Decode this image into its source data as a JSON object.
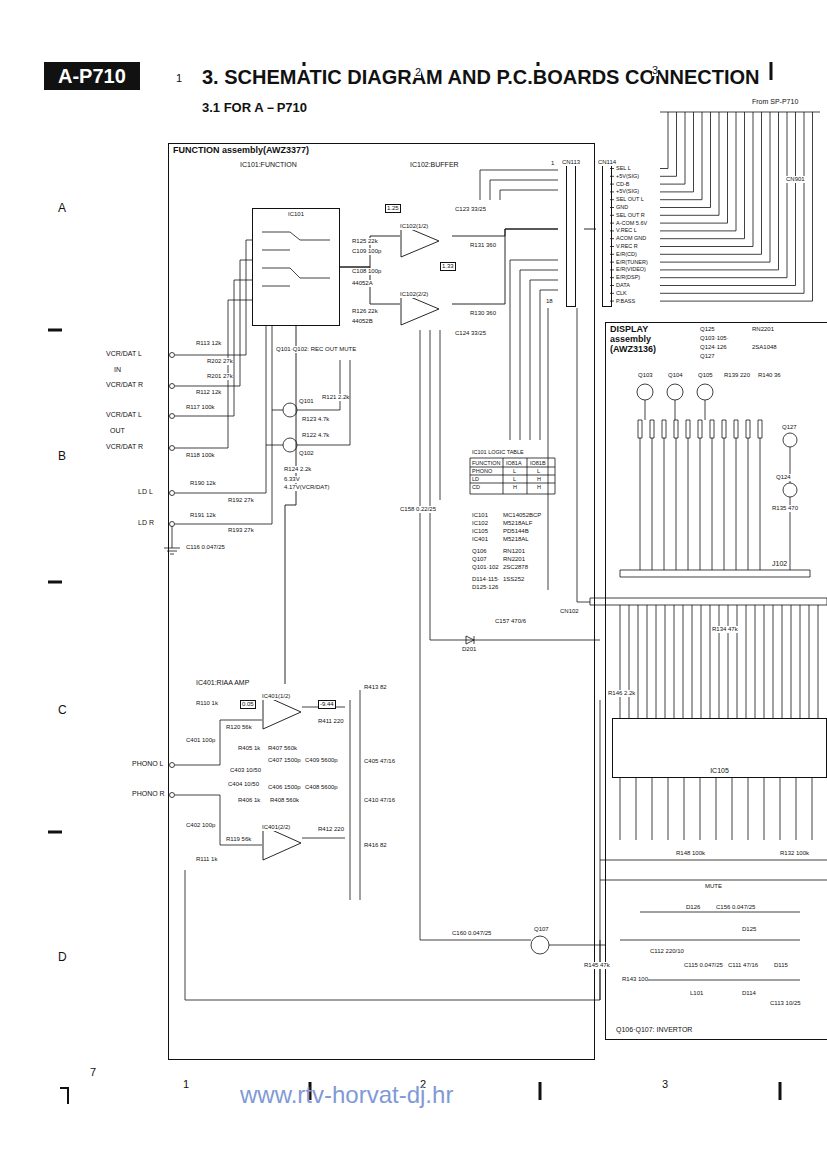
{
  "diagram": {
    "title": "3. SCHEMATIC DIAGRAM AND P.C.BOARDS CONNECTION",
    "nodes": [
      {
        "text": [
          "FUNCTION assembly(AWZ3377)"
        ]
      },
      {
        "text": [
          "IC101"
        ],
        "in": 0
      },
      {
        "text": [
          "IC102(1/2)"
        ],
        "in": 0
      },
      {
        "text": [
          "IC102(2/2)"
        ],
        "in": 0
      },
      {
        "text": [
          "IC401(1/2)"
        ],
        "in": 0
      },
      {
        "text": [
          "IC401(2/2)"
        ],
        "in": 0
      },
      {
        "text": [
          "CN113"
        ],
        "in": 0
      },
      {
        "text": [
          "DISPLAY assembly (AWZ3136)"
        ]
      },
      {
        "text": [
          "CN114"
        ]
      },
      {
        "text": [
          "IC105"
        ],
        "in": 7
      }
    ],
    "edges": [
      {
        "from": 1,
        "to": 2,
        "arrow": "none"
      },
      {
        "from": 1,
        "to": 3,
        "arrow": "none"
      },
      {
        "from": 2,
        "to": 6,
        "arrow": "none"
      },
      {
        "from": 3,
        "to": 6,
        "arrow": "none"
      },
      {
        "from": 6,
        "to": 8,
        "arrow": "none"
      },
      {
        "from": 4,
        "to": 1,
        "arrow": "none"
      }
    ],
    "labels": [
      "A-P710",
      "3.1 FOR A－P710",
      "1",
      "2",
      "3",
      "A",
      "B",
      "C",
      "D",
      "7",
      "1",
      "2",
      "3",
      "www.rtv-horvat-dj.hr",
      "From SP-P710",
      "IC101:FUNCTION",
      "IC102:BUFFER",
      "VCR/DAT L",
      "IN",
      "VCR/DAT R",
      "VCR/DAT L",
      "OUT",
      "VCR/DAT R",
      "LD L",
      "LD R",
      "PHONO L",
      "PHONO R",
      "R113 12k",
      "R202 27k",
      "R201 27k",
      "R112 12k",
      "R117 100k",
      "R118 100k",
      "R190 12k",
      "R192 27k",
      "R191 12k",
      "R193 27k",
      "C116 0.047/25",
      "Q101·Q102: REC OUT MUTE",
      "R121 2.2k",
      "R123 4.7k",
      "R122 4.7k",
      "Q101",
      "Q102",
      "R124 2.2k",
      "6.33V",
      "4.17V(VCR/DAT)",
      "R125 22k",
      "C109 100p",
      "C108 100p",
      "44052A",
      "R126 22k",
      "44052B",
      "1.25",
      "1.33",
      "C123 33/25",
      "C124 33/25",
      "R131 360",
      "R130 360",
      "IC101 LOGIC TABLE",
      "FUNCTION",
      "IO81A",
      "IO81B",
      "PHONO",
      "L",
      "L",
      "LD",
      "L",
      "H",
      "CD",
      "H",
      "H",
      "IC101",
      "MC14052BCP",
      "IC102",
      "M5218ALF",
      "IC105",
      "PD5144B",
      "IC401",
      "M5218AL",
      "Q106",
      "RN1201",
      "Q107",
      "RN2201",
      "Q101·102",
      "2SC2878",
      "D114·115·",
      "1SS252",
      "D125·126",
      "C158 0.22/25",
      "D201",
      "C157 470/6",
      "IC401:RIAA AMP",
      "R110 1k",
      "0.05",
      "-9.44",
      "R411 220",
      "R120 56k",
      "C401 100p",
      "R405 1k",
      "R407 560k",
      "C407 1500p",
      "C409 5600p",
      "C403 10/50",
      "C404 10/50",
      "C406 1500p",
      "C408 5600p",
      "R406 1k",
      "R408 560k",
      "R119 56k",
      "C402 100p",
      "R412 220",
      "R111 1k",
      "R413 82",
      "C405 47/16",
      "C410 47/16",
      "R416 82",
      "C160 0.047/25",
      "Q107",
      "R145 47k",
      "Q106·Q107: INVERTOR",
      "R143 100",
      "C112 220/10",
      "C115 0.047/25",
      "C111 47/16",
      "L101",
      "D114",
      "D115",
      "C113 10/25",
      "D126",
      "C156 0.047/25",
      "D125",
      "R148 100k",
      "R132 100k",
      "MUTE",
      "R146 2.2k",
      "R134 47k",
      "J102",
      "CN102",
      "Q125",
      "RN2201",
      "Q103·105·",
      "Q124·126",
      "2SA1048",
      "Q127",
      "Q103",
      "Q104",
      "Q105",
      "R139 220",
      "R140 36",
      "Q127",
      "Q124",
      "R135 470",
      "1",
      "18",
      "SEL L",
      "+5V(SIG)",
      "CD-B",
      "+5V(SIG)",
      "SEL OUT L",
      "GND",
      "SEL OUT R",
      "A-COM 5.6V",
      "V.REC L",
      "ACOM GND",
      "V.REC R",
      "E/R(CD)",
      "E/R(TUNER)",
      "E/R(VIDEO)",
      "E/R(DSP)",
      "DATA",
      "CLK",
      "P.BASS",
      "CN901"
    ]
  }
}
